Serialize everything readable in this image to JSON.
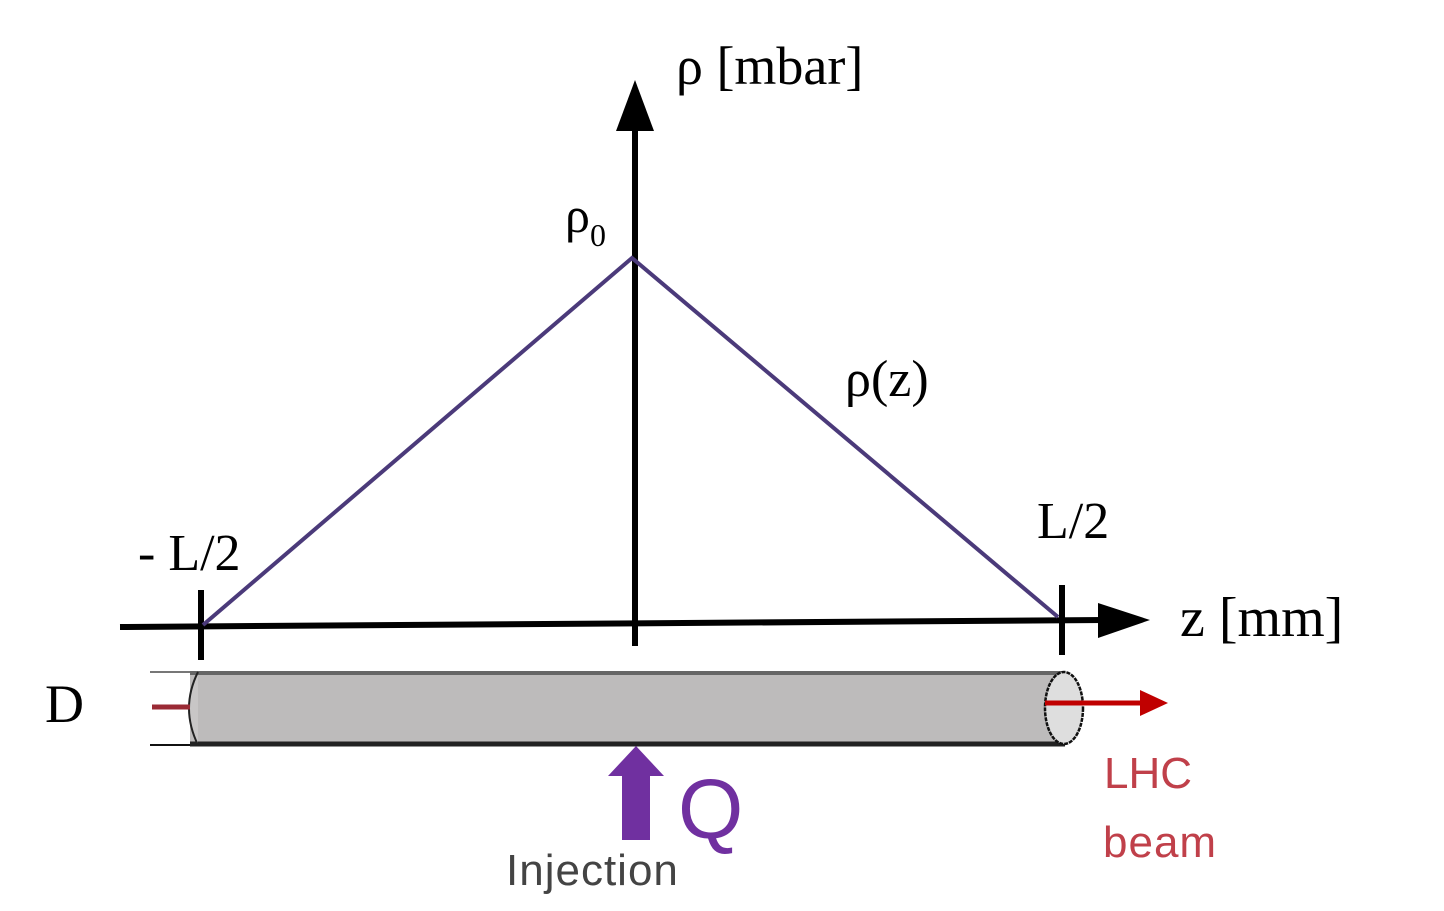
{
  "labels": {
    "y_axis": "ρ [mbar]",
    "peak_symbol": "ρ",
    "peak_subscript": "0",
    "curve": "ρ(z)",
    "left_end": "- L/2",
    "right_end": "L/2",
    "x_axis": "z [mm]",
    "diameter": "D",
    "source": "Q",
    "injection": "Injection",
    "beam_line1": "LHC",
    "beam_line2": "beam"
  },
  "colors": {
    "profile_line": "#4b3a7a",
    "injection_arrow": "#7030a0",
    "beam_arrow": "#c00000",
    "beam_text": "#c0404a",
    "tube": "#bdbbbb"
  }
}
